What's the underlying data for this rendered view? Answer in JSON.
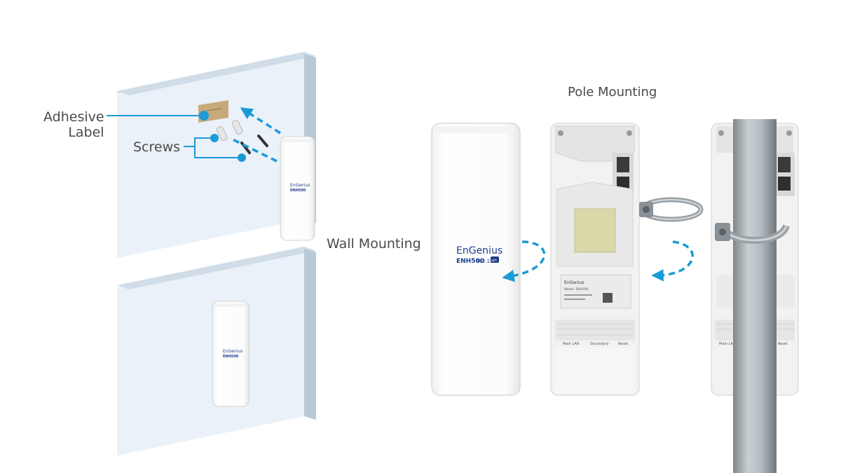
{
  "labels": {
    "adhesive_line1": "Adhesive",
    "adhesive_line2": "Label",
    "screws": "Screws",
    "wall_mounting": "Wall Mounting",
    "pole_mounting": "Pole Mounting"
  },
  "device": {
    "brand": "EnGenius",
    "model": "ENH500",
    "spec": "802.11",
    "badge": "a/n"
  },
  "device_back": {
    "ports": [
      "Main LAN",
      "Secondary",
      "Reset"
    ],
    "sticker": "Model: ENH500"
  },
  "colors": {
    "accent": "#1a9ad6",
    "brand_blue": "#1e3e8c",
    "wall_face": "#eaf1f8",
    "wall_side": "#b9c9d8",
    "device_body": "#fafafa",
    "pole": "#a9b0b5"
  },
  "icons": [
    "callout-dot-icon",
    "dashed-arrow-icon",
    "screw-icon",
    "anchor-icon",
    "hose-clamp-icon"
  ]
}
